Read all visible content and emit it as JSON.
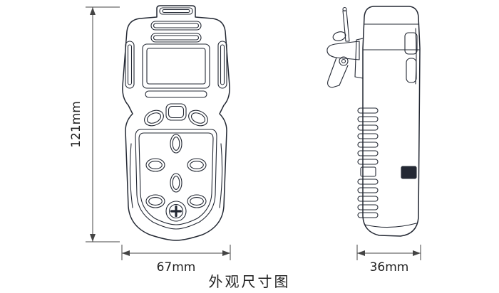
{
  "caption": "外观尺寸图",
  "dimensions": {
    "height_label": "121mm",
    "width_label": "67mm",
    "depth_label": "36mm"
  },
  "colors": {
    "line": "#232833",
    "dim_line": "#444444",
    "text": "#1f1f1f",
    "background": "#ffffff"
  }
}
